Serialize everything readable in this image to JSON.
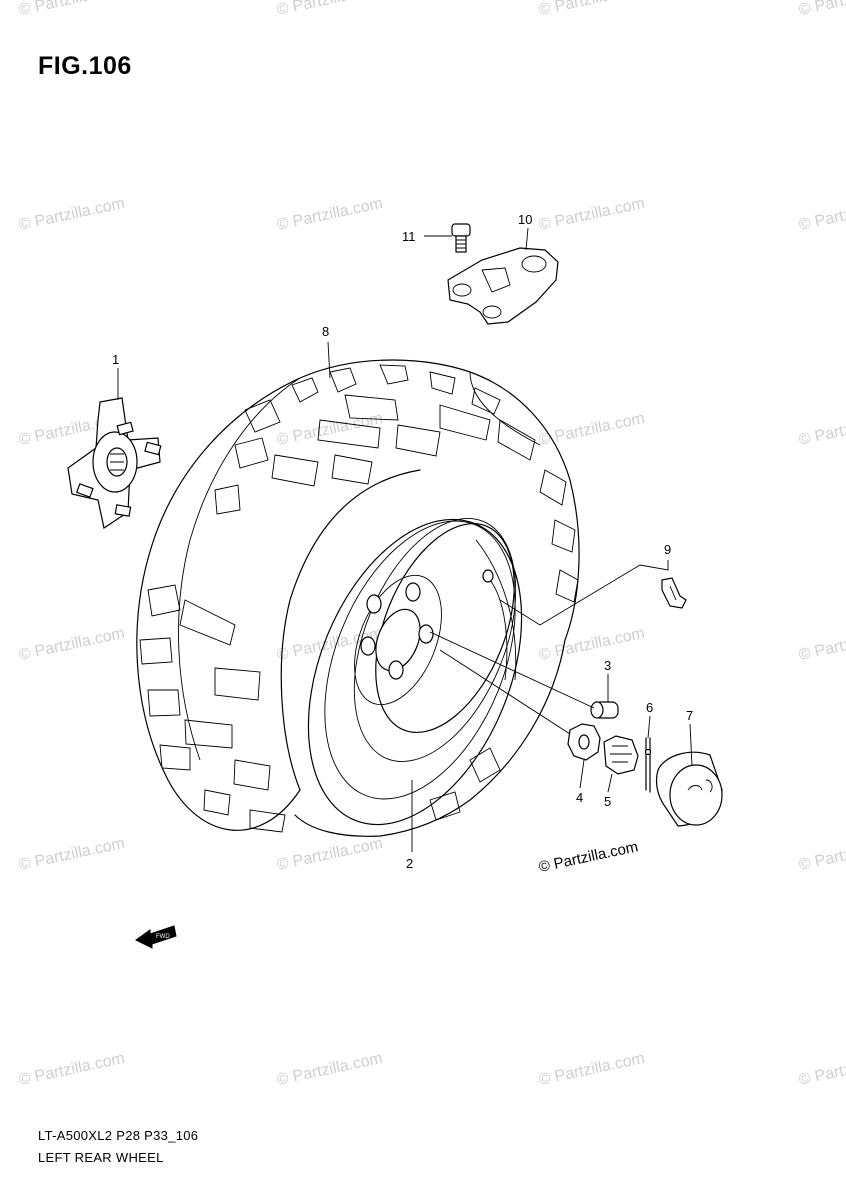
{
  "figure": {
    "title": "FIG.106",
    "model_code": "LT-A500XL2 P28 P33_106",
    "caption": "LEFT REAR WHEEL"
  },
  "watermark_text": "© Partzilla.com",
  "watermark_stamp": "© Partzilla.com",
  "parts": [
    {
      "number": "1",
      "name": "hub"
    },
    {
      "number": "2",
      "name": "wheel-rim"
    },
    {
      "number": "3",
      "name": "spacer"
    },
    {
      "number": "4",
      "name": "washer"
    },
    {
      "number": "5",
      "name": "nut"
    },
    {
      "number": "6",
      "name": "cotter-pin"
    },
    {
      "number": "7",
      "name": "cap"
    },
    {
      "number": "8",
      "name": "tire"
    },
    {
      "number": "9",
      "name": "valve"
    },
    {
      "number": "10",
      "name": "bracket"
    },
    {
      "number": "11",
      "name": "bolt"
    }
  ],
  "direction_arrow_label": "FWD"
}
